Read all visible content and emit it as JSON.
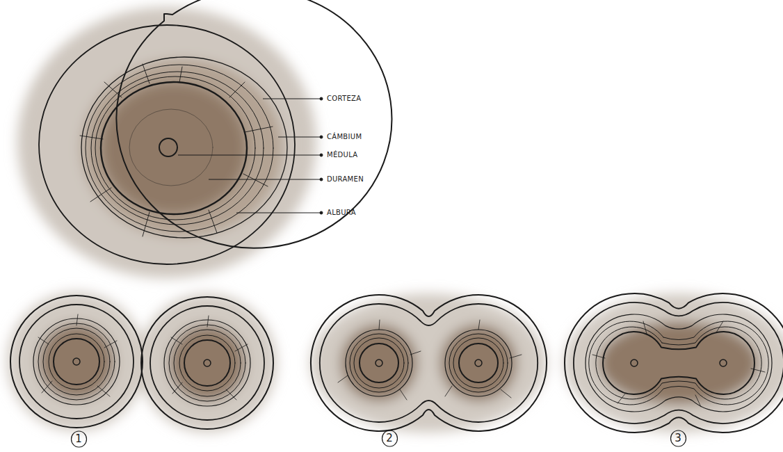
{
  "diagram": {
    "nodes": [
      {
        "text": [
          "1"
        ]
      },
      {
        "text": [
          "2"
        ]
      },
      {
        "text": [
          "3"
        ]
      }
    ],
    "labels": [
      "CORTEZA",
      "CÁMBIUM",
      "MÉDULA",
      "DURAMEN",
      "ALBURA"
    ]
  }
}
